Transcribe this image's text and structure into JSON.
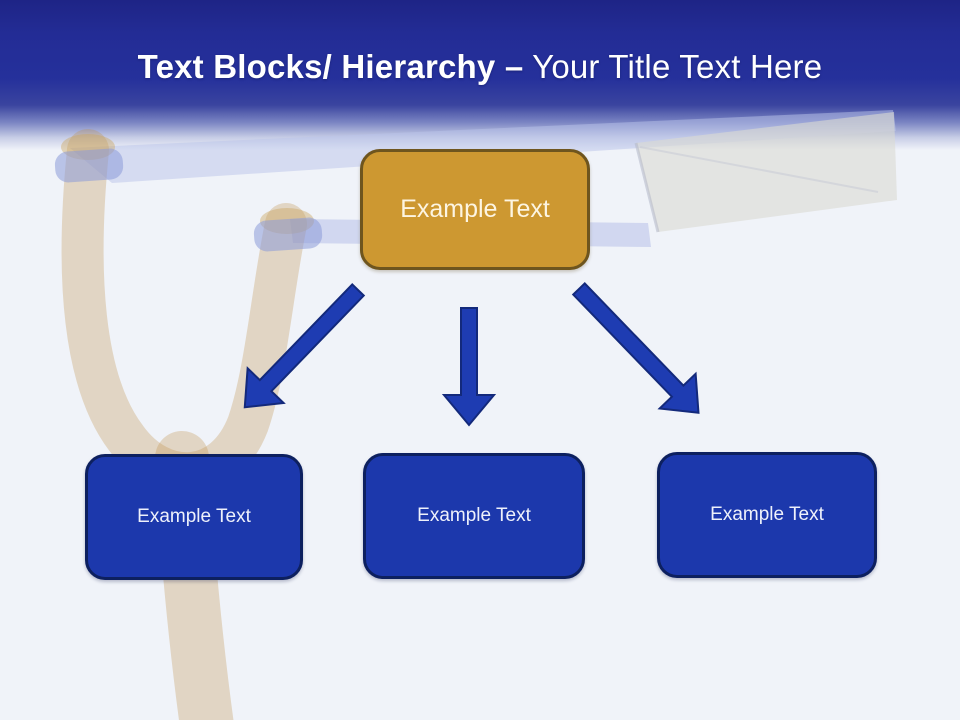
{
  "slide": {
    "header": {
      "title_bold": "Text Blocks/ Hierarchy –",
      "title_regular": " Your Title Text Here",
      "gradient_top_color": "#232c95",
      "title_color": "#ffffff"
    },
    "diagram": {
      "root": {
        "label": "Example Text",
        "fill_color": "#cd9831",
        "border_color": "#6e551e"
      },
      "children": [
        {
          "label": "Example Text"
        },
        {
          "label": "Example Text"
        },
        {
          "label": "Example Text"
        }
      ],
      "child_fill_color": "#1c38ac",
      "child_border_color": "#0d205f",
      "arrow_fill_color": "#1e3cb2"
    },
    "watermark": {
      "name": "slingshot-launching-paper-plane"
    },
    "background_color": "#f0f3f9"
  }
}
